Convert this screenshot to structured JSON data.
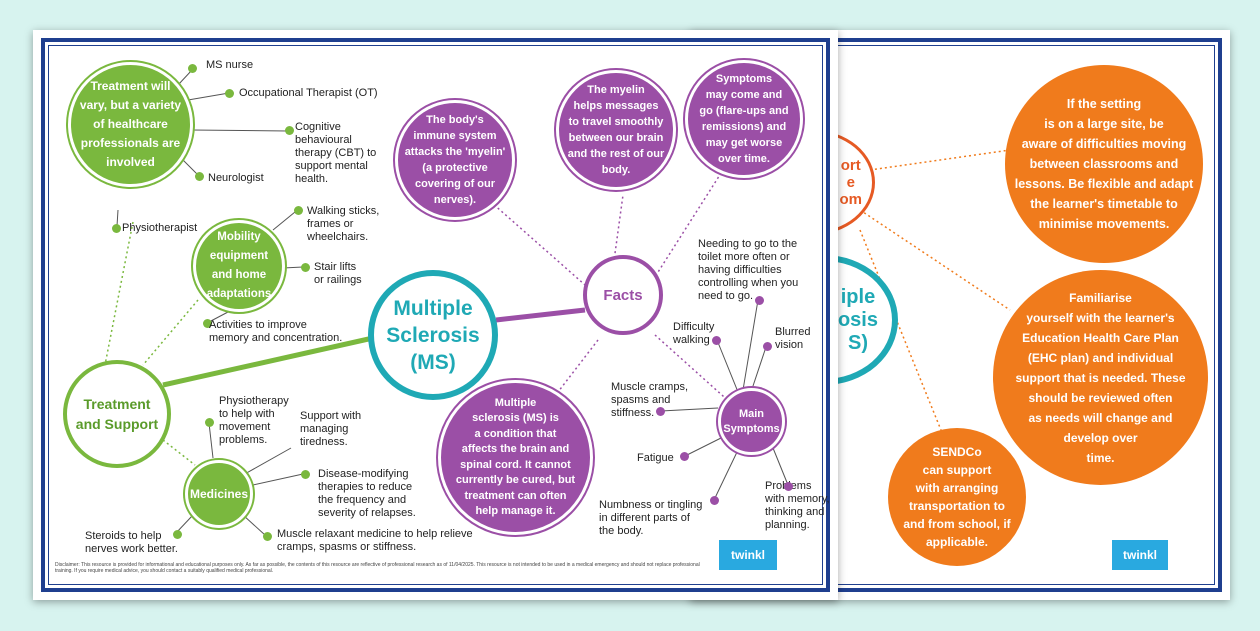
{
  "main": {
    "center_title": "Multiple\nSclerosis\n(MS)",
    "facts_title": "Facts",
    "treatment_title": "Treatment\nand Support",
    "treatment_vary": "Treatment will\nvary, but a variety\nof healthcare\nprofessionals are\ninvolved",
    "mobility": "Mobility\nequipment\nand home\nadaptations",
    "medicines": "Medicines",
    "immune": "The body's\nimmune system\nattacks the 'myelin'\n(a protective\ncovering of our\nnerves).",
    "myelin": "The myelin\nhelps messages\nto travel smoothly\nbetween our brain\nand the rest of our\nbody.",
    "symptoms_come": "Symptoms\nmay come and\ngo (flare-ups and\nremissions) and\nmay get worse\nover time.",
    "condition": "Multiple\nsclerosis (MS) is\na condition that\naffects the brain and\nspinal cord. It cannot\ncurrently be cured, but\ntreatment can often\nhelp manage it.",
    "main_symptoms": "Main\nSymptoms",
    "professionals": [
      "MS nurse",
      "Occupational Therapist (OT)",
      "Cognitive\nbehavioural\ntherapy (CBT) to\nsupport mental\nhealth.",
      "Neurologist",
      "Physiotherapist"
    ],
    "mobility_items": [
      "Walking sticks,\nframes or\nwheelchairs.",
      "Stair lifts\nor railings",
      "Activities to improve\nmemory and concentration."
    ],
    "medicine_items": [
      "Physiotherapy\nto help with\nmovement\nproblems.",
      "Support with\nmanaging\ntiredness.",
      "Disease-modifying\ntherapies to reduce\nthe frequency and\nseverity of relapses.",
      "Muscle relaxant medicine to help relieve\ncramps, spasms or stiffness.",
      "Steroids to help\nnerves work better."
    ],
    "symptom_items": [
      "Needing to go to the\ntoilet more often or\nhaving difficulties\ncontrolling when you\nneed to go.",
      "Difficulty\nwalking",
      "Blurred\nvision",
      "Muscle cramps,\nspasms and\nstiffness.",
      "Fatigue",
      "Problems\nwith memory,\nthinking and\nplanning.",
      "Numbness or tingling\nin different parts of\nthe body."
    ],
    "disclaimer": "Disclaimer: This resource is provided for informational and educational purposes only. As far as possible, the contents of this resource are reflective of professional research as of 11/04/2025. This resource is not intended to be used in a medical emergency and should not replace professional training. If you require medical advice, you should contact a suitably qualified medical professional.",
    "logo": "twinkl"
  },
  "second": {
    "partial_circle": "ort\ne\nom",
    "partial_ms": "iple\nosis\nS)",
    "setting": "If the setting\nis on a large site, be\naware of difficulties moving\nbetween classrooms and\nlessons. Be flexible and adapt\nthe learner's timetable to\nminimise movements.",
    "familiarise": "Familiarise\nyourself with the learner's\nEducation Health Care Plan\n(EHC plan) and individual\nsupport that is needed. These\nshould be reviewed often\nas needs will change and\ndevelop over\ntime.",
    "sendco": "SENDCo\ncan support\nwith arranging\ntransportation to\nand from school, if\napplicable.",
    "logo": "twinkl"
  },
  "colors": {
    "green": "#7ab83e",
    "purple": "#9b4fa6",
    "teal": "#1fa9b5",
    "orange": "#f07b1c",
    "navy": "#1f3f8f"
  }
}
